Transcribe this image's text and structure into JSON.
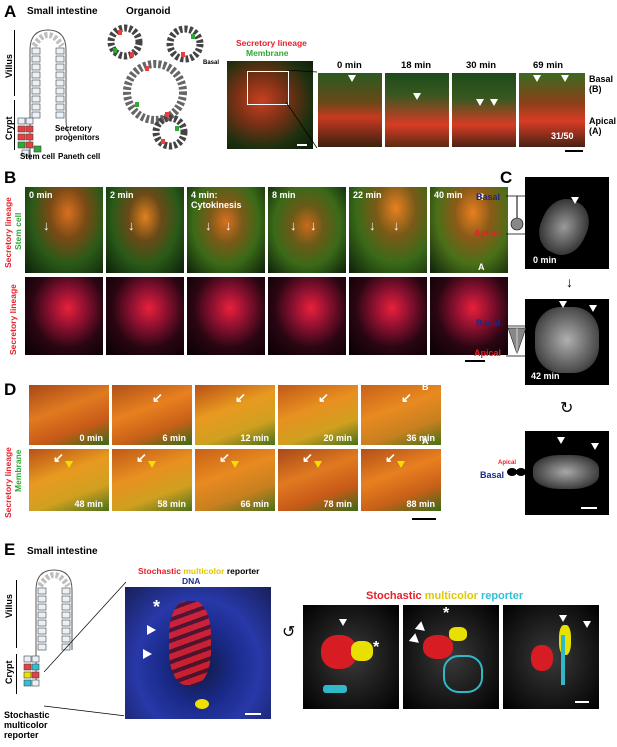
{
  "panelA": {
    "letter": "A",
    "small_intestine": "Small intestine",
    "organoid": "Organoid",
    "villus": "Villus",
    "crypt": "Crypt",
    "basal": "Basal",
    "secretory_progenitors": "Secretory\nprogenitors",
    "stem_cell": "Stem cell",
    "paneth_cell": "Paneth cell",
    "legend_red": "Secretory lineage",
    "legend_green": "Membrane",
    "times": [
      "0 min",
      "18 min",
      "30 min",
      "69 min"
    ],
    "side_basal": "Basal\n(B)",
    "side_apical": "Apical\n(A)",
    "counter": "31/50"
  },
  "panelB": {
    "letter": "B",
    "times": [
      "0 min",
      "2 min",
      "4 min:\nCytokinesis",
      "8 min",
      "22 min",
      "40 min"
    ],
    "top_label_red": "Secretory lineage",
    "top_label_green": "Stem cell",
    "bottom_label": "Secretory lineage",
    "corner_B": "B",
    "corner_A": "A"
  },
  "panelC": {
    "letter": "C",
    "basal": "Basal",
    "apical": "Apical",
    "time1": "0 min",
    "time2": "42 min",
    "apical_small": "Apical",
    "basal2": "Basal"
  },
  "panelD": {
    "letter": "D",
    "times_top": [
      "0 min",
      "6 min",
      "12 min",
      "20 min",
      "36 min"
    ],
    "times_bottom": [
      "48 min",
      "58 min",
      "66 min",
      "78 min",
      "88 min"
    ],
    "label_red": "Secretory lineage",
    "label_green": "Membrane",
    "corner_B": "B",
    "corner_A": "A"
  },
  "panelE": {
    "letter": "E",
    "small_intestine": "Small intestine",
    "villus": "Villus",
    "crypt": "Crypt",
    "reporter_label": "Stochastic\nmulticolor\nreporter",
    "title_word1": "Stochastic",
    "title_word2": "multicolor",
    "title_word3": "reporter",
    "dna": "DNA"
  },
  "colors": {
    "red": "#e8202a",
    "green": "#2ea836",
    "yellow": "#f0e000",
    "cyan": "#30c0d8",
    "navy": "#1a2a8a"
  }
}
